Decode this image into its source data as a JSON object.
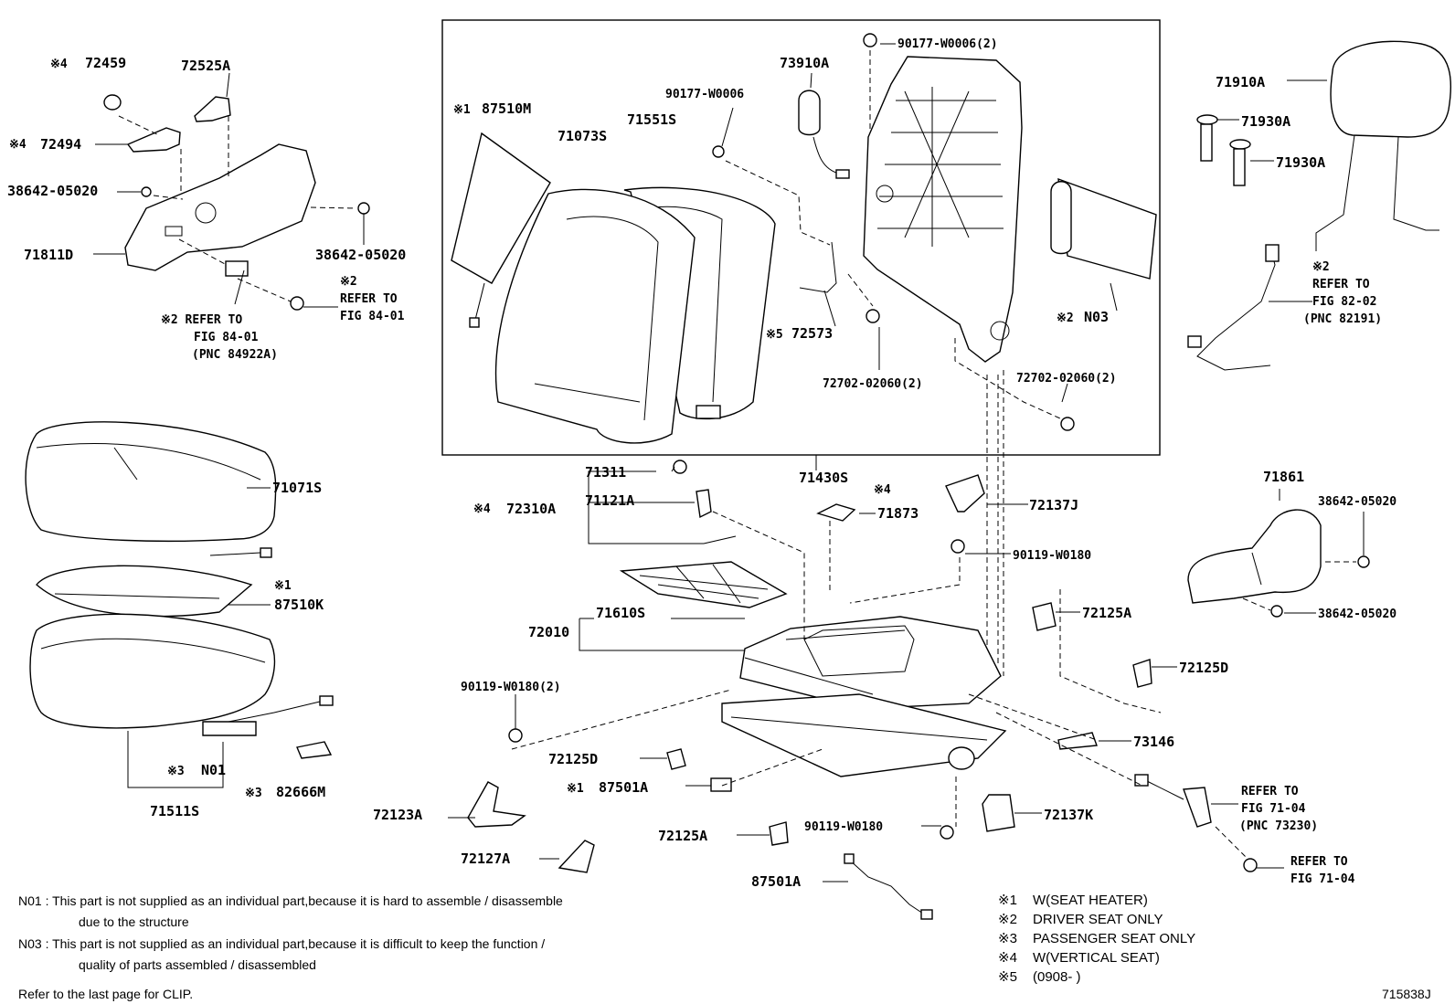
{
  "parts": {
    "p72459": {
      "mark": "※4",
      "code": "72459"
    },
    "p72525A": {
      "code": "72525A"
    },
    "p72494": {
      "mark": "※4",
      "code": "72494"
    },
    "p38642_05020_a": {
      "code": "38642-05020"
    },
    "p38642_05020_b": {
      "code": "38642-05020"
    },
    "p71811D": {
      "code": "71811D"
    },
    "ref_8401_a": {
      "line1": "※2 REFER TO",
      "line2": "FIG 84-01",
      "line3": "(PNC 84922A)"
    },
    "ref_8401_b": {
      "line0": "※2",
      "line1": "REFER TO",
      "line2": "FIG 84-01"
    },
    "p87510M": {
      "mark": "※1",
      "code": "87510M"
    },
    "p71073S": {
      "code": "71073S"
    },
    "p71551S": {
      "code": "71551S"
    },
    "p90177_W0006": {
      "code": "90177-W0006"
    },
    "p73910A": {
      "code": "73910A"
    },
    "p90177_W0006_2": {
      "code": "90177-W0006(2)"
    },
    "p72573": {
      "mark": "※5",
      "code": "72573"
    },
    "p72702_a": {
      "code": "72702-02060(2)"
    },
    "p72702_b": {
      "code": "72702-02060(2)"
    },
    "pN03": {
      "mark": "※2",
      "code": "N03"
    },
    "p71910A": {
      "code": "71910A"
    },
    "p71930A_a": {
      "code": "71930A"
    },
    "p71930A_b": {
      "code": "71930A"
    },
    "ref_8202": {
      "line0": "※2",
      "line1": "REFER TO",
      "line2": "FIG 82-02",
      "line3": "(PNC 82191)"
    },
    "p71430S": {
      "code": "71430S"
    },
    "p71071S": {
      "code": "71071S"
    },
    "p87510K": {
      "mark": "※1",
      "code": "87510K"
    },
    "pN01": {
      "mark": "※3",
      "code": "N01"
    },
    "p71511S": {
      "code": "71511S"
    },
    "p82666M": {
      "mark": "※3",
      "code": "82666M"
    },
    "p71311": {
      "code": "71311"
    },
    "p71121A": {
      "code": "71121A"
    },
    "p72310A": {
      "mark": "※4",
      "code": "72310A"
    },
    "p71873": {
      "mark": "※4",
      "code": "71873"
    },
    "p72137J": {
      "code": "72137J"
    },
    "p90119_W0180_a": {
      "code": "90119-W0180"
    },
    "p71861": {
      "code": "71861"
    },
    "p38642_05020_c": {
      "code": "38642-05020"
    },
    "p38642_05020_d": {
      "code": "38642-05020"
    },
    "p71610S": {
      "code": "71610S"
    },
    "p72010": {
      "code": "72010"
    },
    "p72125A_a": {
      "code": "72125A"
    },
    "p72125D_a": {
      "code": "72125D"
    },
    "p90119_W0180_2": {
      "code": "90119-W0180(2)"
    },
    "p73146": {
      "code": "73146"
    },
    "p72125D_b": {
      "code": "72125D"
    },
    "p87501A_a": {
      "mark": "※1",
      "code": "87501A"
    },
    "ref_7104_a": {
      "line1": "REFER TO",
      "line2": "FIG 71-04",
      "line3": "(PNC 73230)"
    },
    "p72123A": {
      "code": "72123A"
    },
    "p72137K": {
      "code": "72137K"
    },
    "p90119_W0180_b": {
      "code": "90119-W0180"
    },
    "p72125A_b": {
      "code": "72125A"
    },
    "p72127A": {
      "code": "72127A"
    },
    "ref_7104_b": {
      "line1": "REFER TO",
      "line2": "FIG 71-04"
    },
    "p87501A_b": {
      "code": "87501A"
    }
  },
  "notes": {
    "n01_line1": "N01 : This part is not supplied as an individual part,because it is hard to assemble / disassemble",
    "n01_line2": "due to the structure",
    "n03_line1": "N03 : This part is not supplied as an individual part,because it is difficult to keep the function /",
    "n03_line2": "quality of parts assembled / disassembled",
    "clip": "Refer to the last page for CLIP."
  },
  "legend": [
    {
      "mark": "※1",
      "text": "W(SEAT  HEATER)"
    },
    {
      "mark": "※2",
      "text": "DRIVER  SEAT  ONLY"
    },
    {
      "mark": "※3",
      "text": "PASSENGER  SEAT  ONLY"
    },
    {
      "mark": "※4",
      "text": "W(VERTICAL  SEAT)"
    },
    {
      "mark": "※5",
      "text": "(0908-      )"
    }
  ],
  "figure_id": "715838J",
  "icons": [
    "seat-cushion",
    "seat-back",
    "headrest",
    "seat-track",
    "bolt",
    "clip",
    "wire-harness",
    "recliner-cover",
    "seatbelt-buckle"
  ]
}
